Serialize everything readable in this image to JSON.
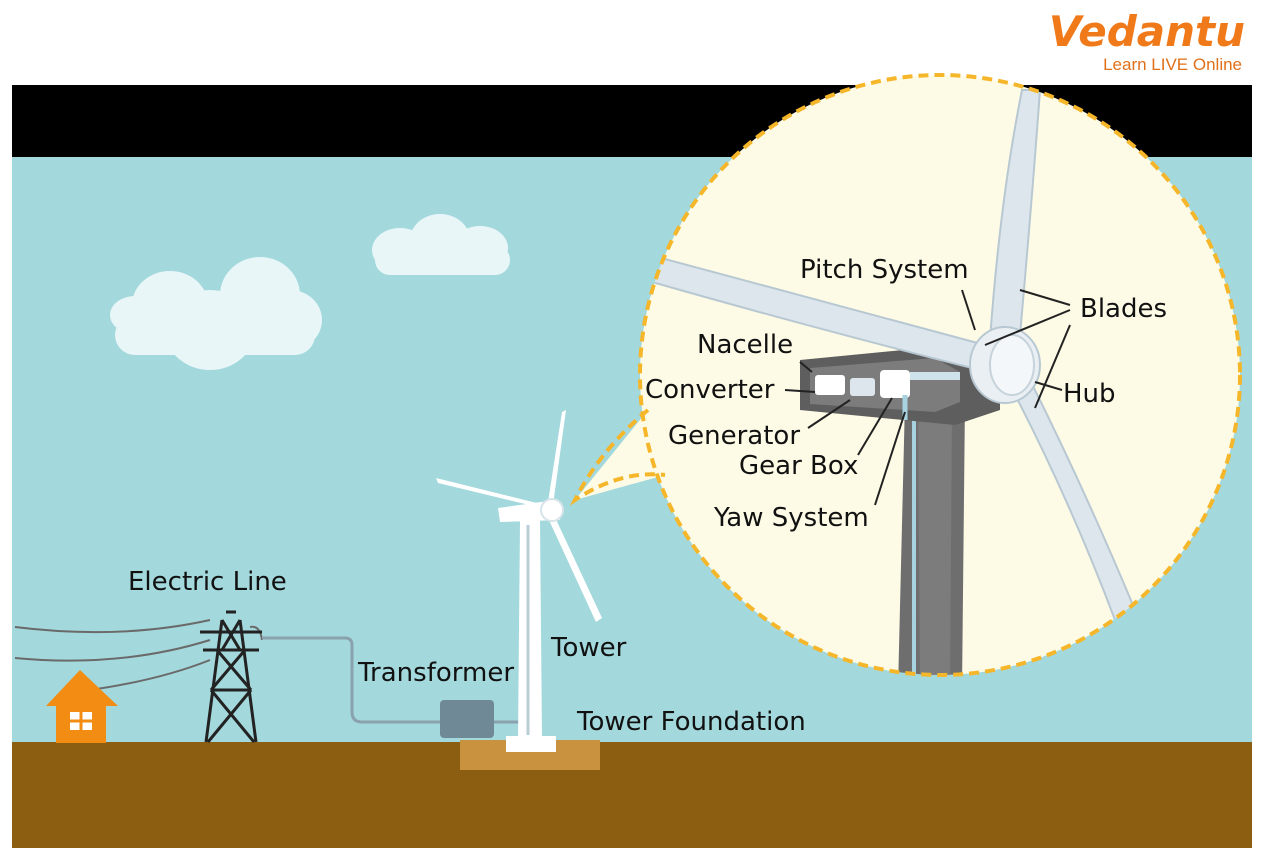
{
  "brand": {
    "name": "Vedantu",
    "tagline": "Learn LIVE Online"
  },
  "labels": {
    "electric_line": "Electric Line",
    "transformer": "Transformer",
    "tower": "Tower",
    "tower_foundation": "Tower Foundation",
    "pitch_system": "Pitch System",
    "blades": "Blades",
    "nacelle": "Nacelle",
    "converter": "Converter",
    "hub": "Hub",
    "generator": "Generator",
    "gear_box": "Gear Box",
    "yaw_system": "Yaw System"
  },
  "colors": {
    "sky": "#a3d8dc",
    "ground": "#8b5e12",
    "top_band": "#000000",
    "brand_orange": "#f07a1a",
    "house": "#f28c12",
    "callout_fill": "#fdfbe6",
    "callout_border": "#f5b62a",
    "turbine": "#dde6ec",
    "tower_dark": "#707070",
    "transformer": "#6f8a96",
    "foundation": "#c9923e"
  }
}
